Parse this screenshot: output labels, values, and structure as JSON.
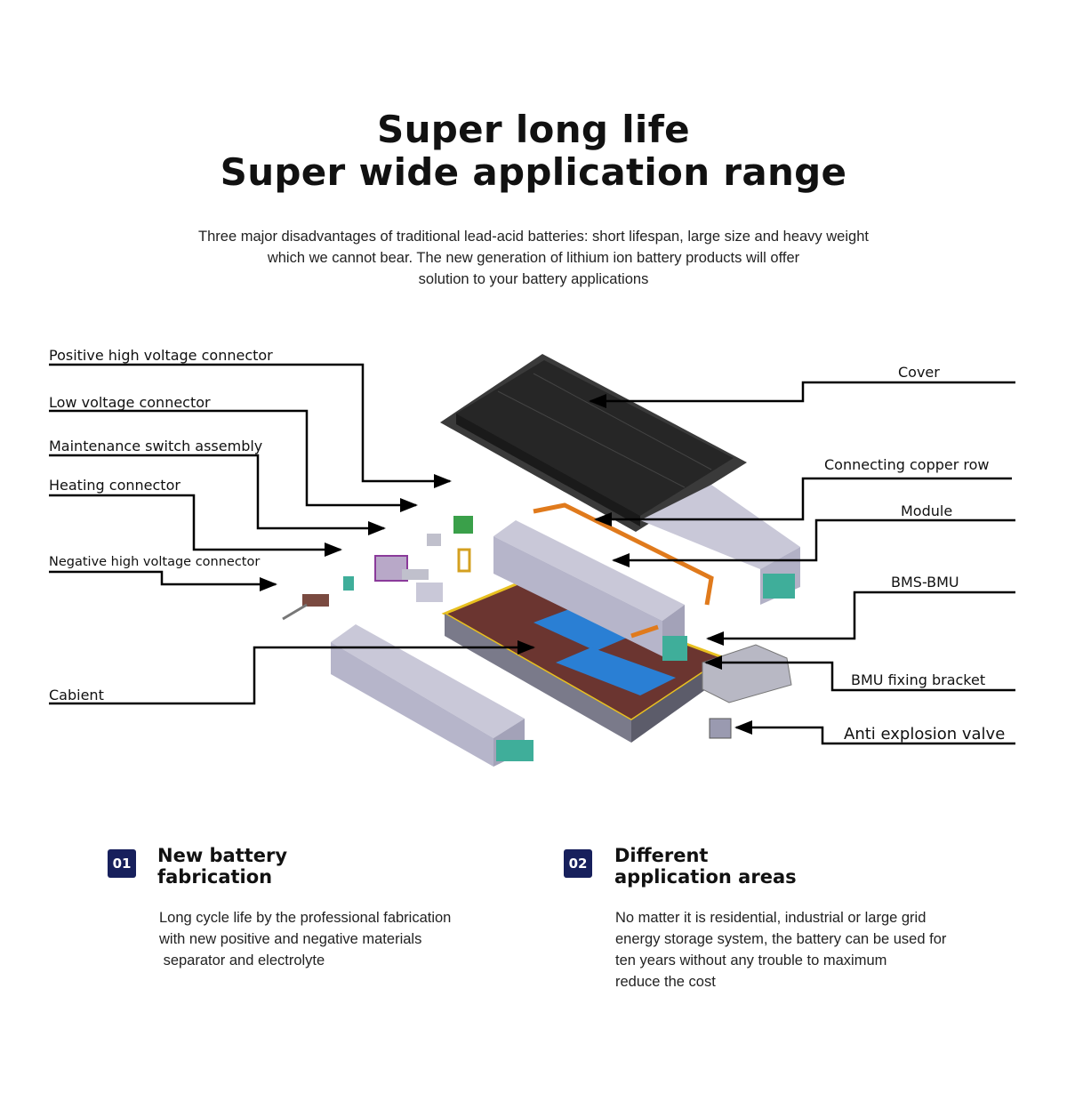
{
  "header": {
    "title_line1": "Super long life",
    "title_line2": "Super wide application range",
    "subtitle_lines": [
      "Three major disadvantages of traditional lead-acid batteries: short lifespan, large size and heavy weight",
      "which we cannot bear. The new generation of lithium ion battery products will offer",
      "solution to your battery applications"
    ]
  },
  "diagram": {
    "labels_left": [
      "Positive high voltage connector",
      "Low voltage connector",
      "Maintenance switch assembly",
      "Heating connector",
      "Negative  high voltage connector",
      "Cabient"
    ],
    "labels_right": [
      "Cover",
      "Connecting copper row",
      "Module",
      "BMS-BMU",
      "BMU fixing bracket",
      "Anti explosion valve"
    ],
    "colors": {
      "cover": "#2b2b2b",
      "module": "#c9c8d8",
      "cabinet": "#6b3530",
      "copper": "#e07a1c",
      "accent_blue": "#2a7fd4",
      "terminal_green": "#3fae9a"
    }
  },
  "features": [
    {
      "badge": "01",
      "title_lines": [
        "New battery",
        "fabrication"
      ],
      "text_lines": [
        "Long cycle life by the professional fabrication",
        "with new positive and negative materials",
        " separator and electrolyte"
      ]
    },
    {
      "badge": "02",
      "title_lines": [
        "Different",
        "application areas"
      ],
      "text_lines": [
        "No matter it is residential, industrial or large grid",
        "energy storage system, the battery can be used for",
        "ten years without any trouble to maximum",
        "reduce the cost"
      ]
    }
  ]
}
